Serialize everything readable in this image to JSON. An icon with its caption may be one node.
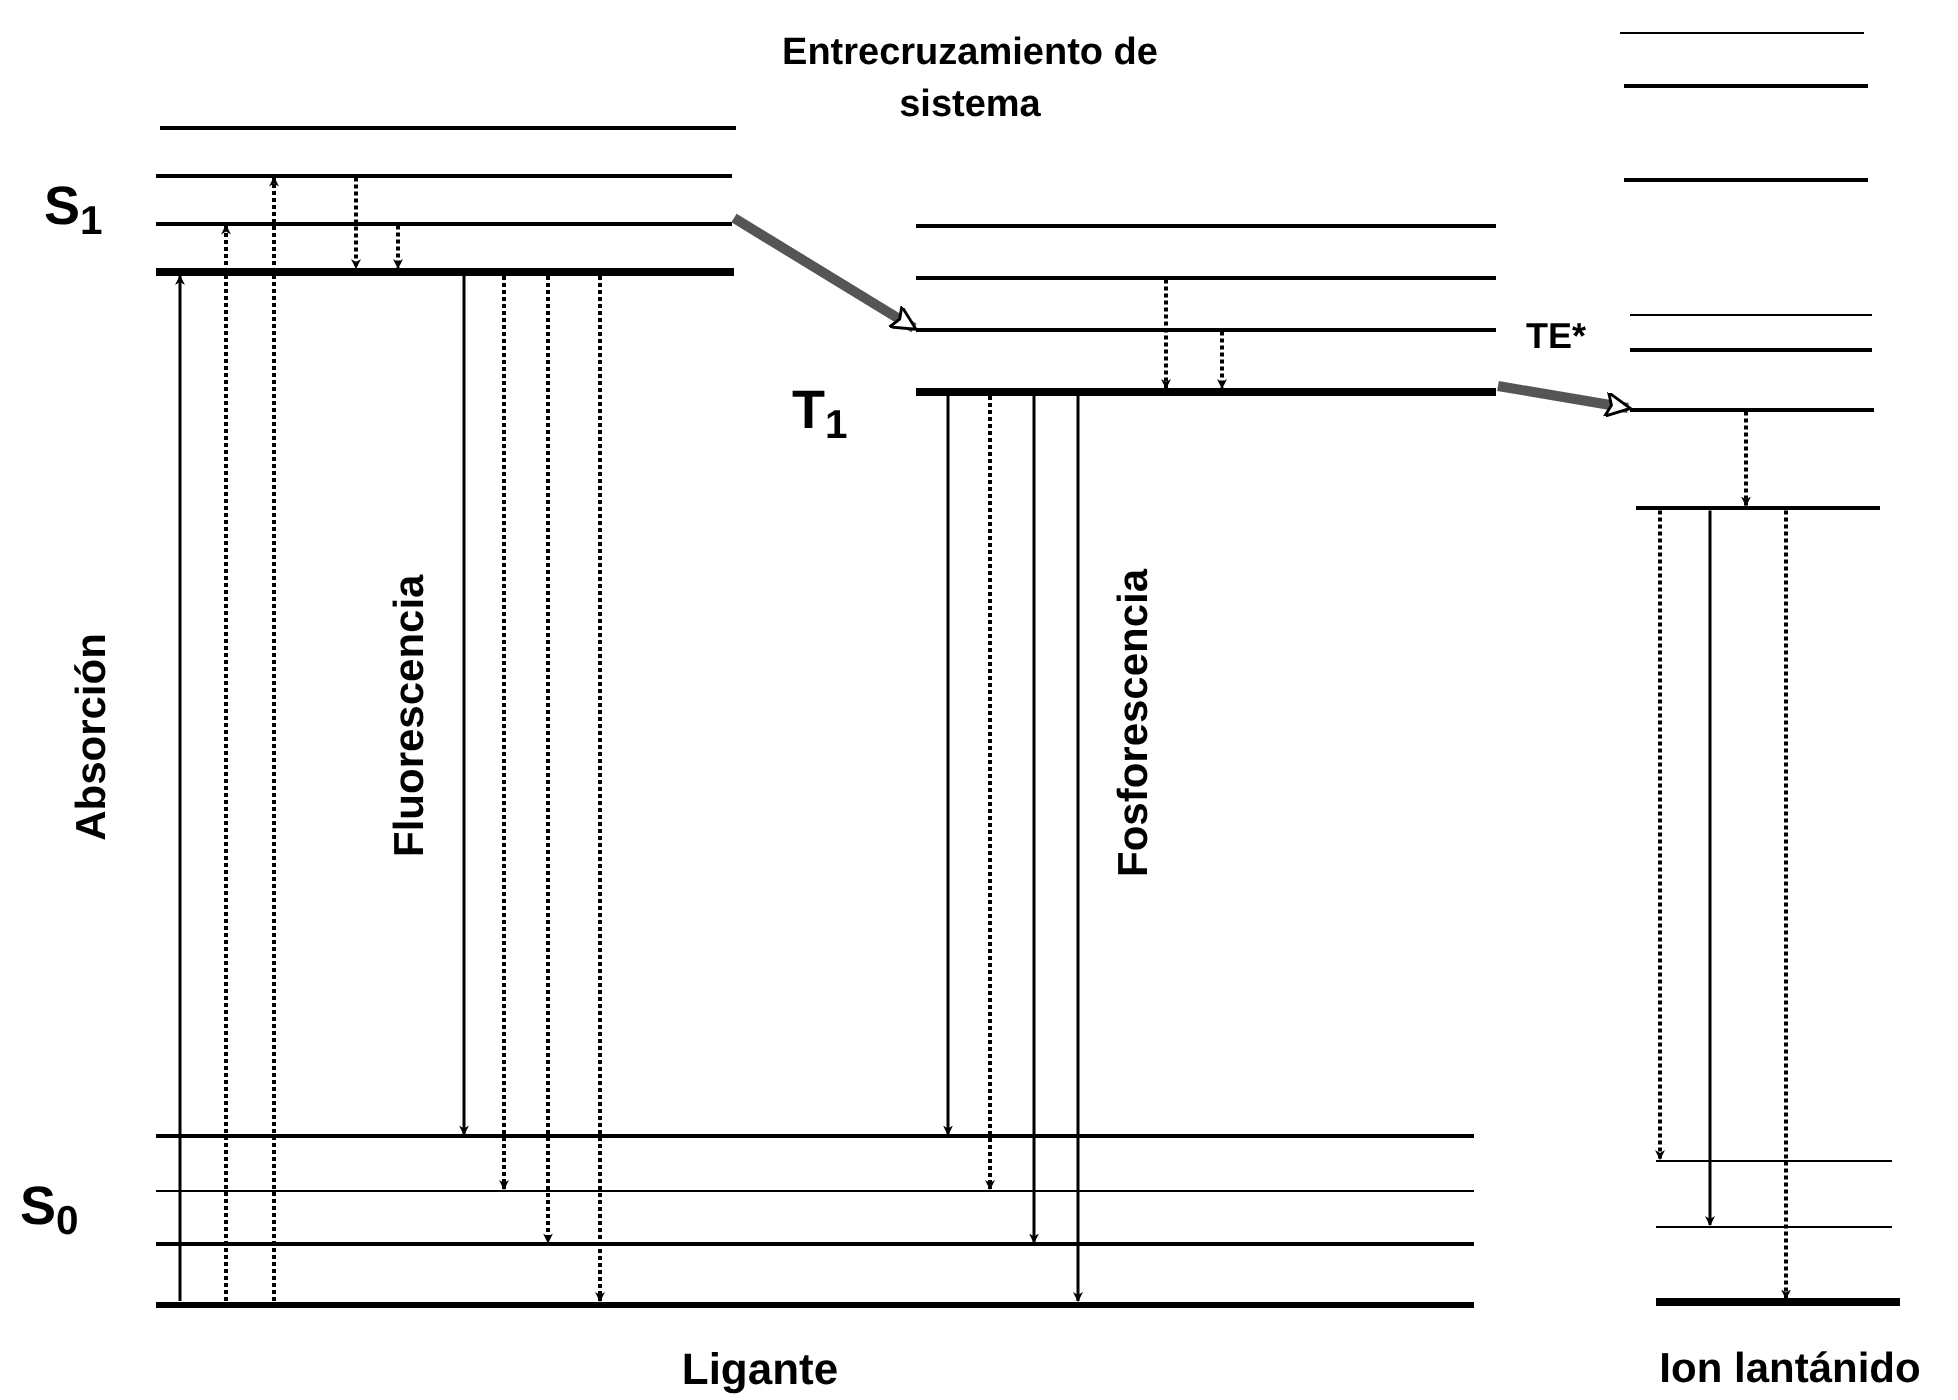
{
  "diagram": {
    "nodes": [
      {
        "text": [],
        "shape": "bar"
      },
      {
        "text": [],
        "shape": "bar"
      },
      {
        "text": [],
        "shape": "bar"
      },
      {
        "text": [],
        "shape": "bar"
      },
      {
        "text": [],
        "shape": "bar"
      },
      {
        "text": [],
        "shape": "bar"
      },
      {
        "text": [],
        "shape": "bar"
      },
      {
        "text": [],
        "shape": "bar"
      },
      {
        "text": [],
        "shape": "bar"
      },
      {
        "text": [],
        "shape": "bar"
      },
      {
        "text": [],
        "shape": "bar"
      },
      {
        "text": [],
        "shape": "bar"
      },
      {
        "text": [],
        "shape": "bar"
      },
      {
        "text": [],
        "shape": "bar"
      },
      {
        "text": [],
        "shape": "bar"
      },
      {
        "text": [],
        "shape": "bar"
      },
      {
        "text": [],
        "shape": "bar"
      },
      {
        "text": [],
        "shape": "bar"
      },
      {
        "text": [],
        "shape": "bar"
      },
      {
        "text": [],
        "shape": "bar"
      },
      {
        "text": [],
        "shape": "bar"
      },
      {
        "text": [],
        "shape": "bar"
      }
    ],
    "edges": [
      {
        "from": 18,
        "to": 3,
        "arrow": "to"
      },
      {
        "from": 18,
        "to": 2,
        "arrow": "to",
        "style": "dashed"
      },
      {
        "from": 18,
        "to": 1,
        "arrow": "to",
        "style": "dashed"
      },
      {
        "from": 1,
        "to": 3,
        "arrow": "to",
        "style": "dashed"
      },
      {
        "from": 2,
        "to": 3,
        "arrow": "to",
        "style": "dashed"
      },
      {
        "from": 3,
        "to": 15,
        "arrow": "to"
      },
      {
        "from": 3,
        "to": 16,
        "arrow": "to",
        "style": "dashed"
      },
      {
        "from": 3,
        "to": 17,
        "arrow": "to",
        "style": "dashed"
      },
      {
        "from": 3,
        "to": 18,
        "arrow": "to",
        "style": "dashed"
      },
      {
        "from": 2,
        "to": 6,
        "arrow": "to",
        "style": "thick",
        "label": "Entrecruzamiento de sistema"
      },
      {
        "from": 5,
        "to": 7,
        "arrow": "to",
        "style": "dashed"
      },
      {
        "from": 6,
        "to": 7,
        "arrow": "to",
        "style": "dashed"
      },
      {
        "from": 7,
        "to": 15,
        "arrow": "to"
      },
      {
        "from": 7,
        "to": 16,
        "arrow": "to",
        "style": "dashed"
      },
      {
        "from": 7,
        "to": 17,
        "arrow": "to"
      },
      {
        "from": 7,
        "to": 18,
        "arrow": "to"
      },
      {
        "from": 7,
        "to": 13,
        "arrow": "to",
        "style": "thick",
        "label": "TE*"
      },
      {
        "from": 13,
        "to": 14,
        "arrow": "to",
        "style": "dashed"
      },
      {
        "from": 14,
        "to": 19,
        "arrow": "to",
        "style": "dashed"
      },
      {
        "from": 14,
        "to": 20,
        "arrow": "to"
      },
      {
        "from": 14,
        "to": 21,
        "arrow": "to",
        "style": "dashed"
      }
    ],
    "labels": [
      "S$_{1}$",
      "T$_{1}$",
      "S$_{0}$",
      "Absorción",
      "Fluorescencia",
      "Fosforescencia",
      "Ligante",
      "Ion lantánido"
    ]
  }
}
